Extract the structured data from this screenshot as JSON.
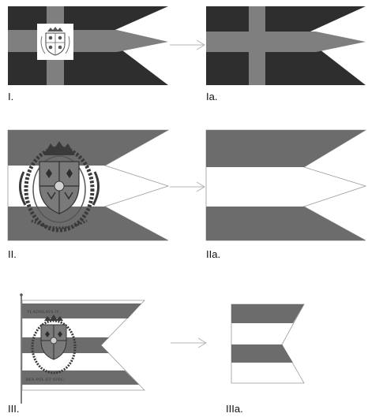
{
  "colors": {
    "dark": "#2e2e2e",
    "mid": "#6c6c6c",
    "cross": "#7f7f7f",
    "light": "#ffffff",
    "outline": "#9a9a9a",
    "arrow": "#b5b5b5",
    "ink": "#333333"
  },
  "rows": [
    {
      "original": {
        "label": "I.",
        "emblem": "crowned-shield-icon"
      },
      "simplified": {
        "label": "Ia."
      }
    },
    {
      "original": {
        "label": "II.",
        "emblem": "royal-coat-of-arms-icon"
      },
      "simplified": {
        "label": "IIa."
      }
    },
    {
      "original": {
        "label": "III.",
        "emblem": "royal-coat-of-arms-icon",
        "top_text": "VLADISLAVS IV",
        "bottom_text": "REX·POL·ET·SVEC·"
      },
      "simplified": {
        "label": "IIIa."
      }
    }
  ]
}
